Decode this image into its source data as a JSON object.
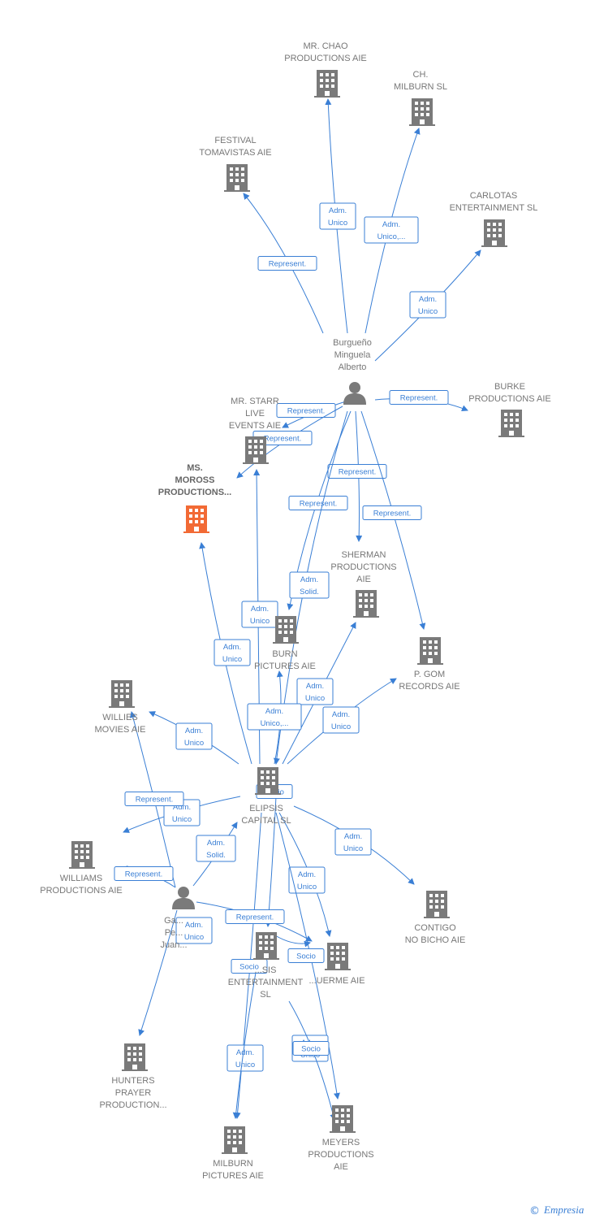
{
  "colors": {
    "node": "#7a7a7a",
    "focus_node": "#f26a35",
    "edge": "#3a7fd5",
    "label": "#777777"
  },
  "nodes": [
    {
      "id": "mr_chao",
      "type": "company",
      "lines": [
        "MR.  CHAO",
        "PRODUCTIONS AIE"
      ]
    },
    {
      "id": "ch_milburn",
      "type": "company",
      "lines": [
        "CH.",
        "MILBURN  SL"
      ]
    },
    {
      "id": "festival",
      "type": "company",
      "lines": [
        "FESTIVAL",
        "TOMAVISTAS AIE"
      ]
    },
    {
      "id": "carlotas",
      "type": "company",
      "lines": [
        "CARLOTAS",
        "ENTERTAINMENT SL"
      ]
    },
    {
      "id": "burgueno",
      "type": "person",
      "lines": [
        "Burgueño",
        "Minguela",
        "Alberto"
      ]
    },
    {
      "id": "mr_starr",
      "type": "company",
      "lines": [
        "MR.  STARR",
        "LIVE",
        "EVENTS  AIE"
      ]
    },
    {
      "id": "burke",
      "type": "company",
      "lines": [
        "BURKE",
        "PRODUCTIONS AIE"
      ]
    },
    {
      "id": "ms_moross",
      "type": "company",
      "focus": true,
      "lines": [
        "MS.",
        "MOROSS",
        "PRODUCTIONS..."
      ]
    },
    {
      "id": "sherman",
      "type": "company",
      "lines": [
        "SHERMAN",
        "PRODUCTIONS",
        "AIE"
      ]
    },
    {
      "id": "burn",
      "type": "company",
      "lines": [
        "BURN",
        "PICTURES  AIE"
      ]
    },
    {
      "id": "p_gom",
      "type": "company",
      "lines": [
        "P.  GOM",
        "RECORDS  AIE"
      ]
    },
    {
      "id": "willies",
      "type": "company",
      "lines": [
        "WILLIES",
        "MOVIES  AIE"
      ]
    },
    {
      "id": "elipsis_capital",
      "type": "company",
      "lines": [
        "ELIPSIS",
        "CAPITAL  SL"
      ]
    },
    {
      "id": "williams",
      "type": "company",
      "lines": [
        "WILLIAMS",
        "PRODUCTIONS AIE"
      ]
    },
    {
      "id": "contigo",
      "type": "company",
      "lines": [
        "CONTIGO",
        "NO BICHO  AIE"
      ]
    },
    {
      "id": "garcia",
      "type": "person",
      "lines": [
        "Ga...",
        "Pe...",
        "Juan..."
      ]
    },
    {
      "id": "elipsis_ent",
      "type": "company",
      "lines": [
        "...SIS",
        "ENTERTAINMENT",
        "SL"
      ]
    },
    {
      "id": "duerme",
      "type": "company",
      "lines": [
        "...UERME AIE"
      ]
    },
    {
      "id": "hunters",
      "type": "company",
      "lines": [
        "HUNTERS",
        "PRAYER",
        "PRODUCTION..."
      ]
    },
    {
      "id": "milburn_pictures",
      "type": "company",
      "lines": [
        "MILBURN",
        "PICTURES  AIE"
      ]
    },
    {
      "id": "meyers",
      "type": "company",
      "lines": [
        "MEYERS",
        "PRODUCTIONS",
        "AIE"
      ]
    }
  ],
  "edges": [
    {
      "from": "burgueno",
      "to": "mr_chao",
      "lines": [
        "Adm.",
        "Unico"
      ]
    },
    {
      "from": "burgueno",
      "to": "ch_milburn",
      "lines": [
        "Adm.",
        "Unico,..."
      ]
    },
    {
      "from": "burgueno",
      "to": "festival",
      "lines": [
        "Represent."
      ]
    },
    {
      "from": "burgueno",
      "to": "carlotas",
      "lines": [
        "Adm.",
        "Unico"
      ]
    },
    {
      "from": "burgueno",
      "to": "burke",
      "lines": [
        "Represent."
      ]
    },
    {
      "from": "burgueno",
      "to": "mr_starr",
      "lines": [
        "Represent."
      ]
    },
    {
      "from": "burgueno",
      "to": "ms_moross",
      "lines": [
        "Represent."
      ]
    },
    {
      "from": "burgueno",
      "to": "sherman",
      "lines": [
        "Represent."
      ]
    },
    {
      "from": "burgueno",
      "to": "burn",
      "lines": [
        "Represent."
      ]
    },
    {
      "from": "burgueno",
      "to": "p_gom",
      "lines": [
        "Represent."
      ]
    },
    {
      "from": "burgueno",
      "to": "elipsis_capital",
      "lines": [
        "Adm.",
        "Solid."
      ]
    },
    {
      "from": "elipsis_capital",
      "to": "mr_starr",
      "lines": [
        "Adm.",
        "Unico"
      ]
    },
    {
      "from": "elipsis_capital",
      "to": "ms_moross",
      "lines": [
        "Adm.",
        "Unico"
      ]
    },
    {
      "from": "elipsis_capital",
      "to": "sherman",
      "lines": [
        "Adm.",
        "Unico"
      ]
    },
    {
      "from": "elipsis_capital",
      "to": "p_gom",
      "lines": [
        "Adm.",
        "Unico"
      ]
    },
    {
      "from": "elipsis_capital",
      "to": "burn",
      "lines": [
        "Adm.",
        "Unico,..."
      ]
    },
    {
      "from": "elipsis_capital",
      "to": "willies",
      "lines": [
        "Adm.",
        "Unico"
      ]
    },
    {
      "from": "elipsis_capital",
      "to": "williams",
      "lines": [
        "Adm.",
        "Unico"
      ]
    },
    {
      "from": "elipsis_capital",
      "to": "contigo",
      "lines": [
        "Adm.",
        "Unico"
      ]
    },
    {
      "from": "elipsis_capital",
      "to": "duerme",
      "lines": [
        "Adm.",
        "Unico"
      ]
    },
    {
      "from": "elipsis_capital",
      "to": "milburn_pictures",
      "lines": [
        "Adm.",
        "Unico"
      ]
    },
    {
      "from": "elipsis_capital",
      "to": "meyers",
      "lines": [
        "Adm.",
        "Unico"
      ]
    },
    {
      "from": "elipsis_capital",
      "to": "elipsis_ent",
      "lines": [
        "Socio"
      ]
    },
    {
      "from": "garcia",
      "to": "willies",
      "lines": [
        "Represent."
      ]
    },
    {
      "from": "garcia",
      "to": "williams",
      "lines": [
        "Represent."
      ]
    },
    {
      "from": "garcia",
      "to": "elipsis_capital",
      "lines": [
        "Adm.",
        "Solid."
      ]
    },
    {
      "from": "garcia",
      "to": "hunters",
      "lines": [
        "Adm.",
        "Unico"
      ]
    },
    {
      "from": "garcia",
      "to": "duerme",
      "lines": [
        "Represent."
      ]
    },
    {
      "from": "elipsis_ent",
      "to": "duerme",
      "lines": [
        "Socio"
      ]
    },
    {
      "from": "elipsis_ent",
      "to": "milburn_pictures",
      "lines": [
        "Socio"
      ]
    },
    {
      "from": "elipsis_ent",
      "to": "meyers",
      "lines": [
        "Socio"
      ]
    }
  ],
  "footer": {
    "copyright": "©",
    "brand": "Empresia"
  }
}
